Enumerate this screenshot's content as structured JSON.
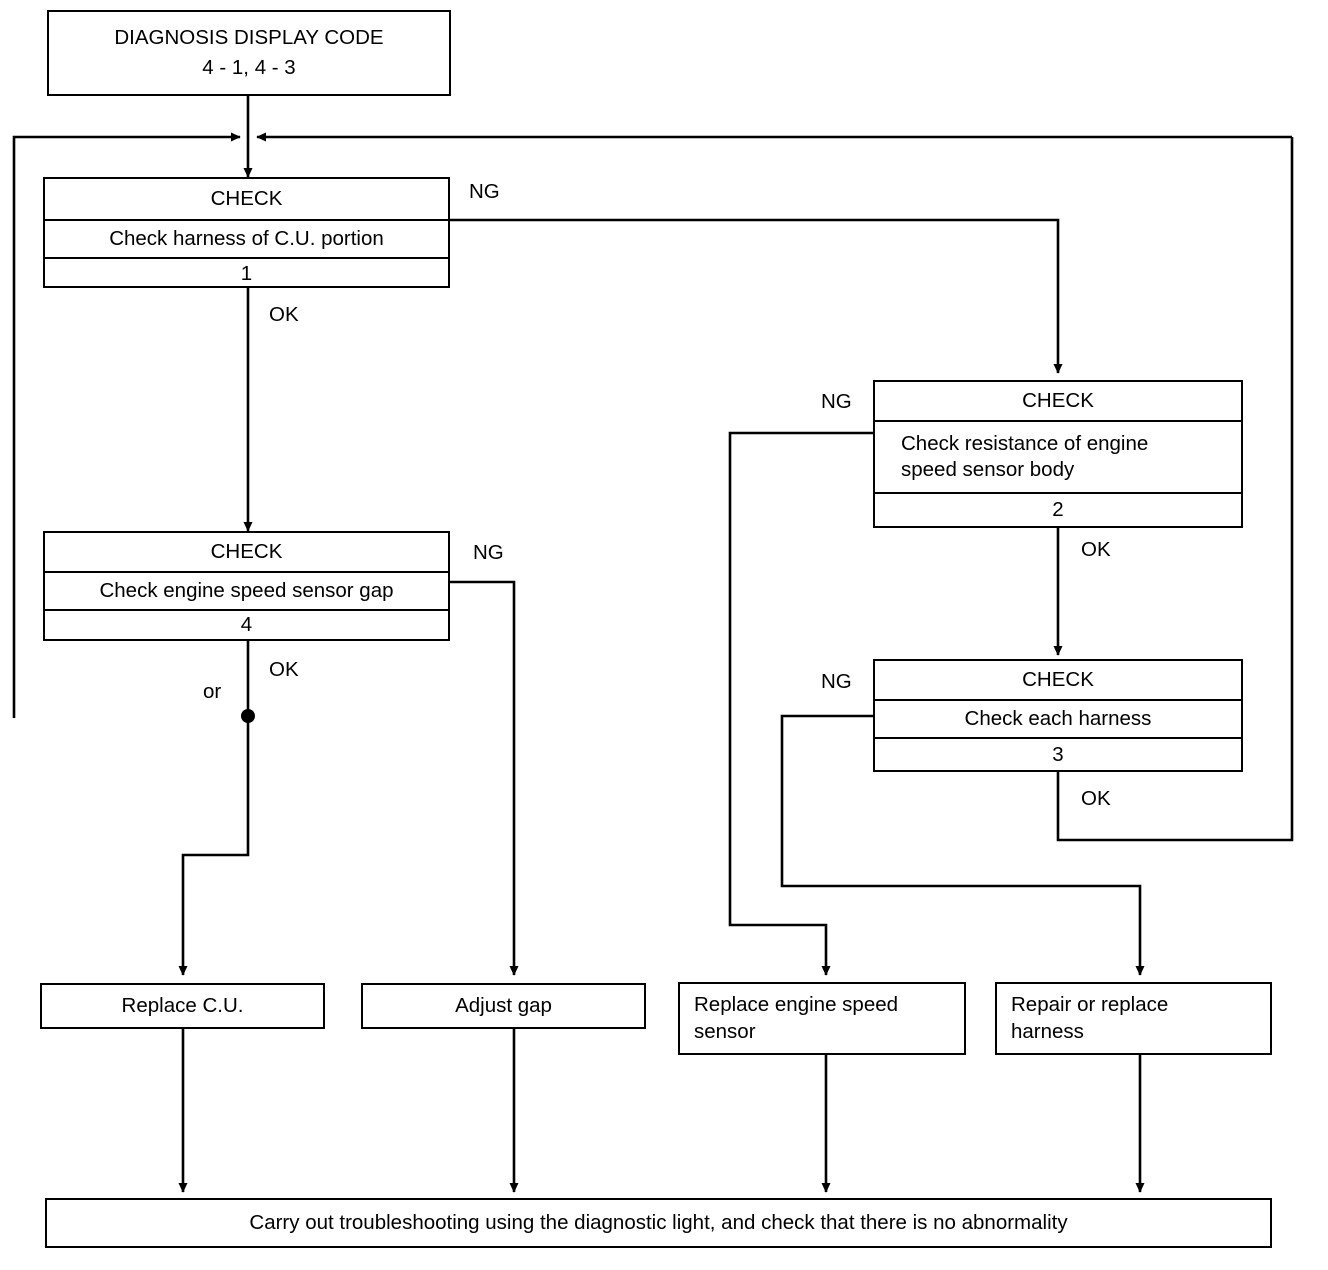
{
  "diagram": {
    "title": "Engine speed sensor diagnosis flowchart",
    "line_color": "#000000",
    "background_color": "#ffffff"
  },
  "start": {
    "line1": "DIAGNOSIS DISPLAY CODE",
    "line2": "4 - 1, 4 - 3"
  },
  "checks": [
    {
      "header": "CHECK",
      "body": "Check harness of C.U. portion",
      "number": "1"
    },
    {
      "header": "CHECK",
      "body_line1": "Check resistance of engine",
      "body_line2": "speed sensor body",
      "number": "2"
    },
    {
      "header": "CHECK",
      "body": "Check each harness",
      "number": "3"
    },
    {
      "header": "CHECK",
      "body": "Check engine speed sensor gap",
      "number": "4"
    }
  ],
  "edge_labels": {
    "ng_check1": "NG",
    "ok_check1": "OK",
    "ng_check2": "NG",
    "ok_check2": "OK",
    "ng_check3": "NG",
    "ok_check3": "OK",
    "ng_check4": "NG",
    "ok_check4": "OK",
    "or_junction": "or"
  },
  "outcomes": [
    {
      "label": "Replace C.U."
    },
    {
      "label": "Adjust gap"
    },
    {
      "label_line1": "Replace engine speed",
      "label_line2": "sensor"
    },
    {
      "label_line1": "Repair or replace",
      "label_line2": "harness"
    }
  ],
  "final": {
    "label": "Carry out troubleshooting using the diagnostic light, and check that there is no abnormality"
  }
}
